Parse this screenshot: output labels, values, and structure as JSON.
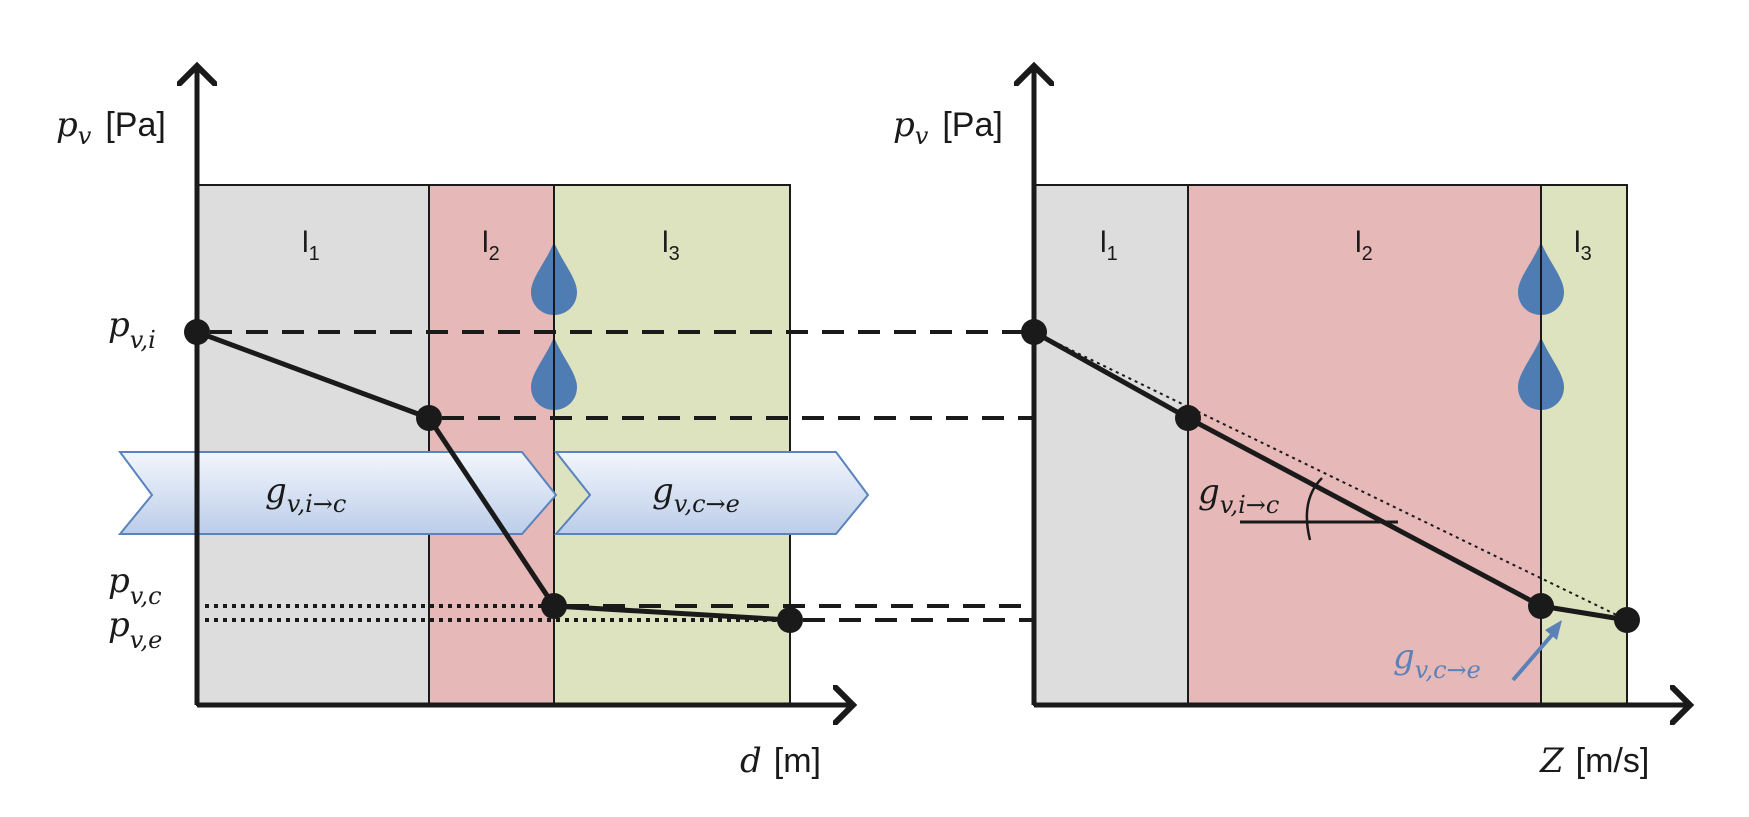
{
  "colors": {
    "layer_1": "#dddddd",
    "layer_2": "#e6b8b8",
    "layer_3": "#dde3bf",
    "line": "#1a1a1a",
    "drop": "#4f7db3",
    "arrow_fill_top": "#f2f6fc",
    "arrow_fill_bottom": "#bccde9",
    "arrow_stroke": "#5a83bd",
    "annotation_blue": "#5b82b8"
  },
  "left_diagram": {
    "y_axis_label": {
      "symbol": "p",
      "sub": "v",
      "unit": "[Pa]"
    },
    "x_axis_label": {
      "symbol": "d",
      "unit": "[m]"
    },
    "layers": [
      {
        "label": "l",
        "sub": "1"
      },
      {
        "label": "l",
        "sub": "2"
      },
      {
        "label": "l",
        "sub": "3"
      }
    ],
    "y_ticks": [
      {
        "symbol": "p",
        "sub": "v,i"
      },
      {
        "symbol": "p",
        "sub": "v,c"
      },
      {
        "symbol": "p",
        "sub": "v,e"
      }
    ],
    "flux_arrows": [
      {
        "symbol": "g",
        "sub": "v,i→c"
      },
      {
        "symbol": "g",
        "sub": "v,c→e"
      }
    ]
  },
  "right_diagram": {
    "y_axis_label": {
      "symbol": "p",
      "sub": "v",
      "unit": "[Pa]"
    },
    "x_axis_label": {
      "symbol": "Z",
      "unit": "[m/s]"
    },
    "layers": [
      {
        "label": "l",
        "sub": "1"
      },
      {
        "label": "l",
        "sub": "2"
      },
      {
        "label": "l",
        "sub": "3"
      }
    ],
    "slope_annotations": [
      {
        "symbol": "g",
        "sub": "v,i→c"
      },
      {
        "symbol": "g",
        "sub": "v,c→e"
      }
    ]
  }
}
